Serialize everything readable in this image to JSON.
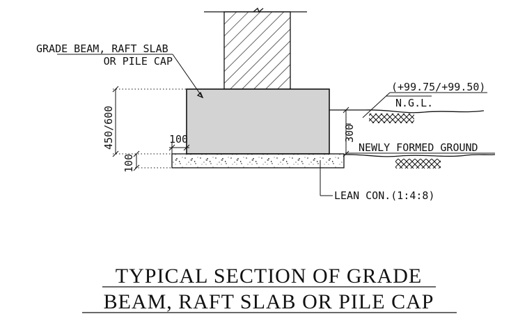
{
  "labels": {
    "beam_line1": "GRADE BEAM, RAFT SLAB",
    "beam_line2": "OR PILE CAP",
    "level": "(+99.75/+99.50)",
    "ngl": "N.G.L.",
    "newly_formed": "NEWLY FORMED GROUND",
    "lean_con": "LEAN CON.(1:4:8)"
  },
  "dimensions": {
    "total_depth": "450/600",
    "lean_depth": "100",
    "projection": "100",
    "embed": "300"
  },
  "title": {
    "line1": "TYPICAL SECTION OF GRADE",
    "line2": "BEAM, RAFT SLAB OR PILE CAP"
  },
  "colors": {
    "ink": "#111111",
    "beam_fill": "#d3d3d3",
    "background": "#ffffff"
  }
}
